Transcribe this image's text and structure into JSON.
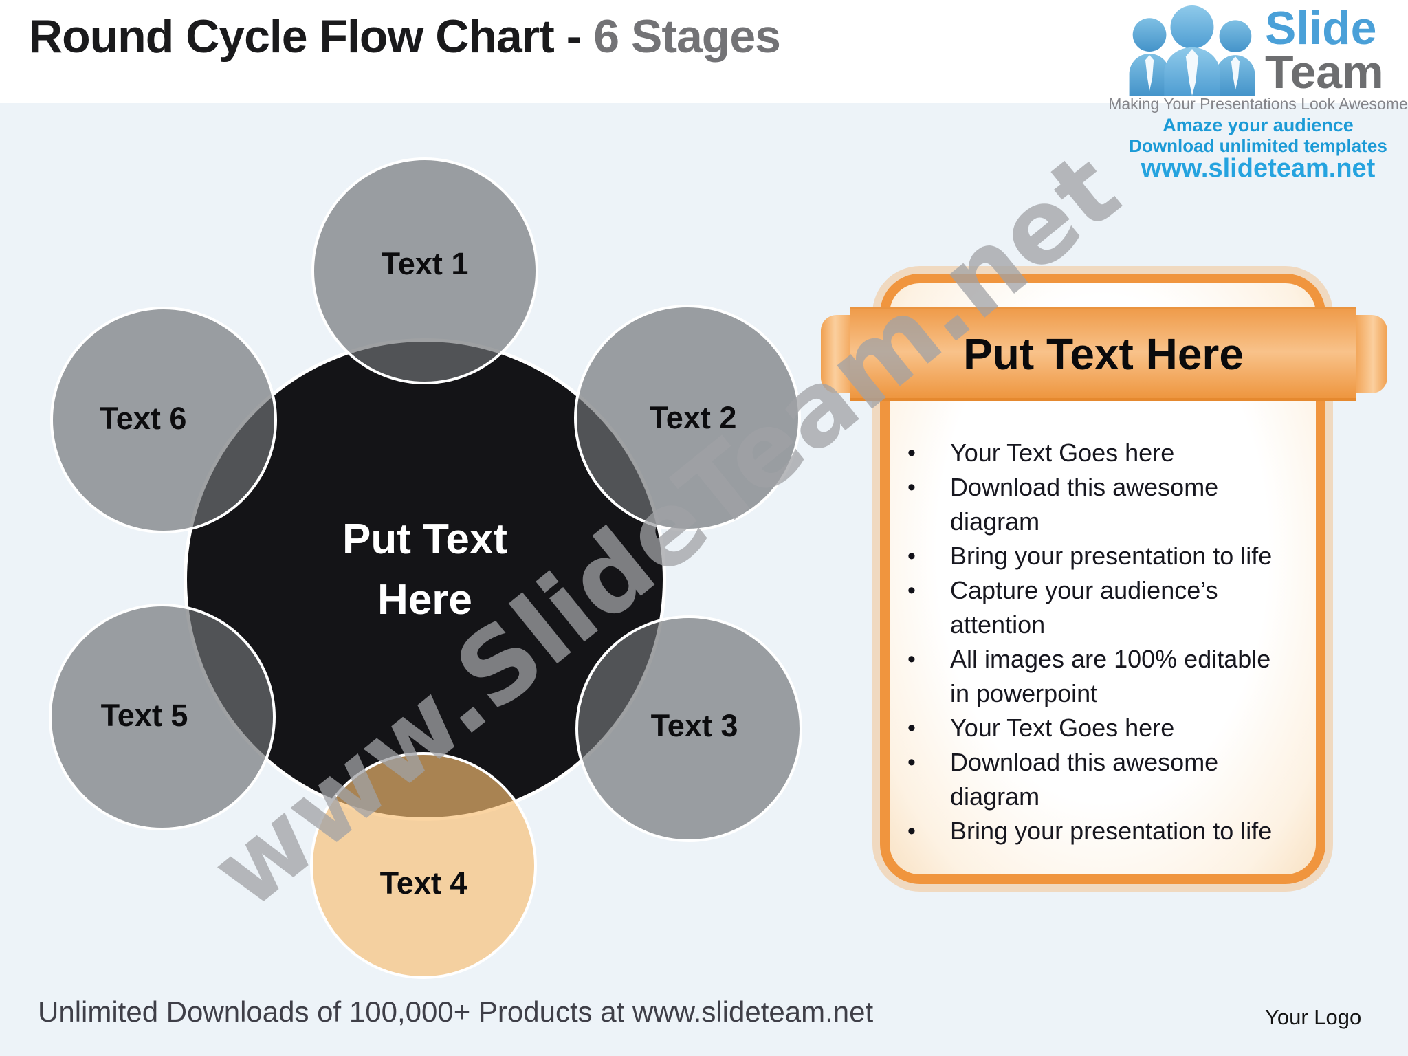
{
  "title": {
    "main": "Round Cycle Flow Chart - ",
    "suffix": "6 Stages"
  },
  "logo": {
    "slide": "Slide",
    "team": "Team",
    "tagline": "Making Your Presentations Look Awesome",
    "amaze": "Amaze your audience",
    "download": "Download unlimited templates",
    "url": "www.slideteam.net",
    "people_icon": "three-people-with-ties-icon"
  },
  "diagram": {
    "center_label": "Put Text Here",
    "center_label_lines": "Put Text\nHere",
    "nodes": [
      {
        "label": "Text 1",
        "color": "gray"
      },
      {
        "label": "Text 2",
        "color": "gray"
      },
      {
        "label": "Text 3",
        "color": "gray"
      },
      {
        "label": "Text 4",
        "color": "orange"
      },
      {
        "label": "Text 5",
        "color": "gray"
      },
      {
        "label": "Text 6",
        "color": "gray"
      }
    ]
  },
  "panel": {
    "header": "Put Text Here",
    "bullets": [
      "Your Text Goes here",
      "Download this awesome\ndiagram",
      "Bring your presentation to life",
      "Capture your audience’s\nattention",
      "All images are 100% editable\nin powerpoint",
      "Your Text Goes here",
      "Download this awesome\ndiagram",
      "Bring your presentation to life"
    ]
  },
  "watermark": "www.SlideTeam.net",
  "footer": {
    "left": "Unlimited Downloads of 100,000+ Products at www.slideteam.net",
    "right": "Your Logo"
  },
  "colors": {
    "accent_orange": "#f0953e",
    "banner_orange_light": "#f8c28a",
    "node_gray": "#9b9ea2",
    "node_orange": "#f7cb97",
    "center_black": "#141417",
    "logo_blue": "#1b9ad6",
    "logo_slide_blue": "#4aa0d8",
    "logo_team_gray": "#6d6e70",
    "watermark_gray": "#a0a2a5",
    "background": "#edf3f8"
  }
}
